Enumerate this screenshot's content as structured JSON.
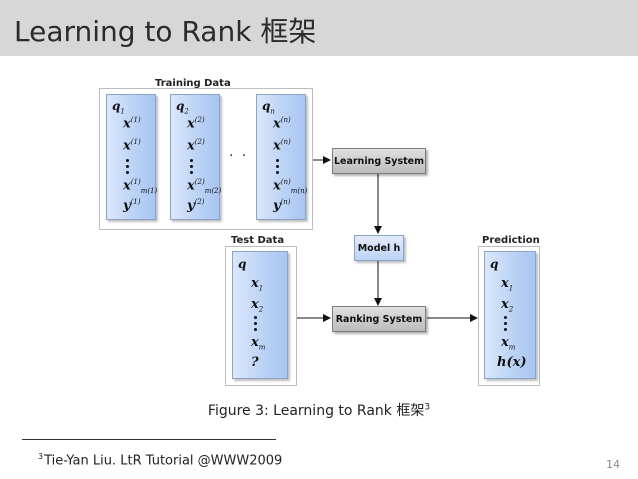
{
  "slide": {
    "title": "Learning to Rank 框架",
    "page_number": "14"
  },
  "diagram": {
    "training_label": "Training Data",
    "test_label": "Test Data",
    "prediction_label": "Prediction",
    "ellipsis": "· · ·",
    "learning_system": "Learning System",
    "model": "Model h",
    "ranking_system": "Ranking System",
    "training_queries": [
      {
        "q": "q",
        "q_sub": "1",
        "x1_sup": "(1)",
        "x2_sup": "(1)",
        "xm_sup": "(1)",
        "xm_sub": "m(1)",
        "y_sup": "(1)"
      },
      {
        "q": "q",
        "q_sub": "2",
        "x1_sup": "(2)",
        "x2_sup": "(2)",
        "xm_sup": "(2)",
        "xm_sub": "m(2)",
        "y_sup": "(2)"
      },
      {
        "q": "q",
        "q_sub": "n",
        "x1_sup": "(n)",
        "x2_sup": "(n)",
        "xm_sup": "(n)",
        "xm_sub": "m(n)",
        "y_sup": "(n)"
      }
    ],
    "test_query": {
      "q": "q",
      "result": "?"
    },
    "prediction_query": {
      "q": "q",
      "result": "h(x)"
    },
    "var_x": "x",
    "var_y": "y"
  },
  "caption": {
    "text": "Figure 3:  Learning to Rank 框架",
    "footnote_mark": "3"
  },
  "footnote": {
    "mark": "3",
    "text": "Tie-Yan Liu.  LtR Tutorial @WWW2009"
  }
}
